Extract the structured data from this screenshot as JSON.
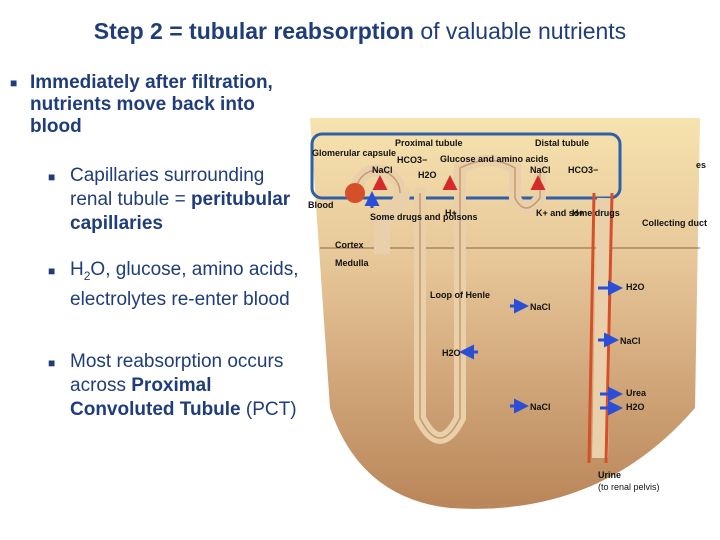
{
  "title": {
    "bold": "Step 2 = tubular reabsorption",
    "rest": " of valuable nutrients"
  },
  "bullets": {
    "main": "Immediately after filtration, nutrients move back into blood",
    "cap": {
      "text": "Capillaries surrounding renal tubule = ",
      "bold": "peritubular capillaries"
    },
    "h2o": {
      "pre": "H",
      "sub": "2",
      "post": "O, glucose, amino acids, electrolytes re-enter blood"
    },
    "most": {
      "text": "Most reabsorption occurs across ",
      "bold": "Proximal Convoluted Tubule",
      "tail": " (PCT)"
    }
  },
  "figure": {
    "glomerular_capsule": "Glomerular capsule",
    "proximal_tubule": "Proximal tubule",
    "distal_tubule": "Distal tubule",
    "blood": "Blood",
    "cortex": "Cortex",
    "medulla": "Medulla",
    "loop": "Loop of Henle",
    "collecting_duct": "Collecting duct",
    "urine": "Urine",
    "urine_sub": "(to renal pelvis)",
    "nacl": "NaCl",
    "hco3": "HCO3−",
    "h2o": "H2O",
    "glucose": "Glucose and amino acids",
    "drugs": "Some drugs and poisons",
    "hplus": "H+",
    "kplus": "K+ and some drugs",
    "urea": "Urea",
    "edge_text": "es"
  },
  "colors": {
    "accent": "#1f3d7a",
    "highlight": "#2e5fa8",
    "tubule": "#e9cfaa",
    "vessel": "#d5502a"
  }
}
